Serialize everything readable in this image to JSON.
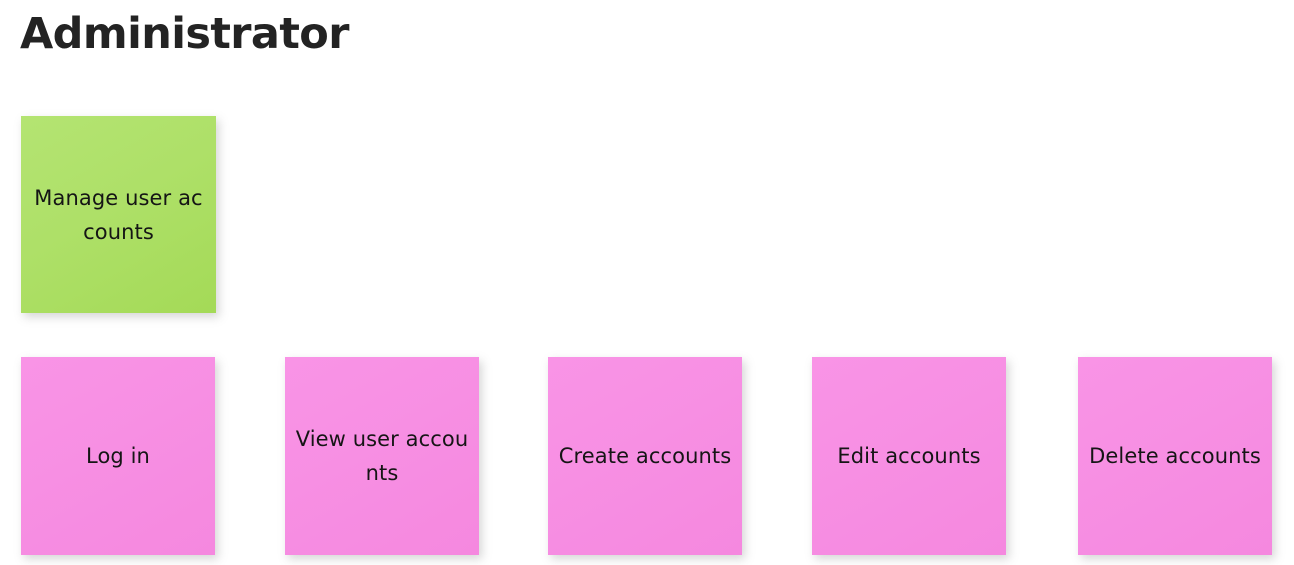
{
  "page": {
    "title": "Administrator",
    "background_color": "#ffffff",
    "title_color": "#232323"
  },
  "colors": {
    "note_green": "#aee068",
    "note_pink": "#f78fe3",
    "note_text": "#151515",
    "shadow": "rgba(120,120,120,0.30)"
  },
  "diagram": {
    "type": "sticky-note-map",
    "root": {
      "label": "Manage user accounts",
      "color_name": "green",
      "color": "#aee068"
    },
    "children": [
      {
        "label": "Log in",
        "color_name": "pink",
        "color": "#f78fe3"
      },
      {
        "label": "View user accounts",
        "color_name": "pink",
        "color": "#f78fe3"
      },
      {
        "label": "Create accounts",
        "color_name": "pink",
        "color": "#f78fe3"
      },
      {
        "label": "Edit accounts",
        "color_name": "pink",
        "color": "#f78fe3"
      },
      {
        "label": "Delete accounts",
        "color_name": "pink",
        "color": "#f78fe3"
      }
    ]
  }
}
